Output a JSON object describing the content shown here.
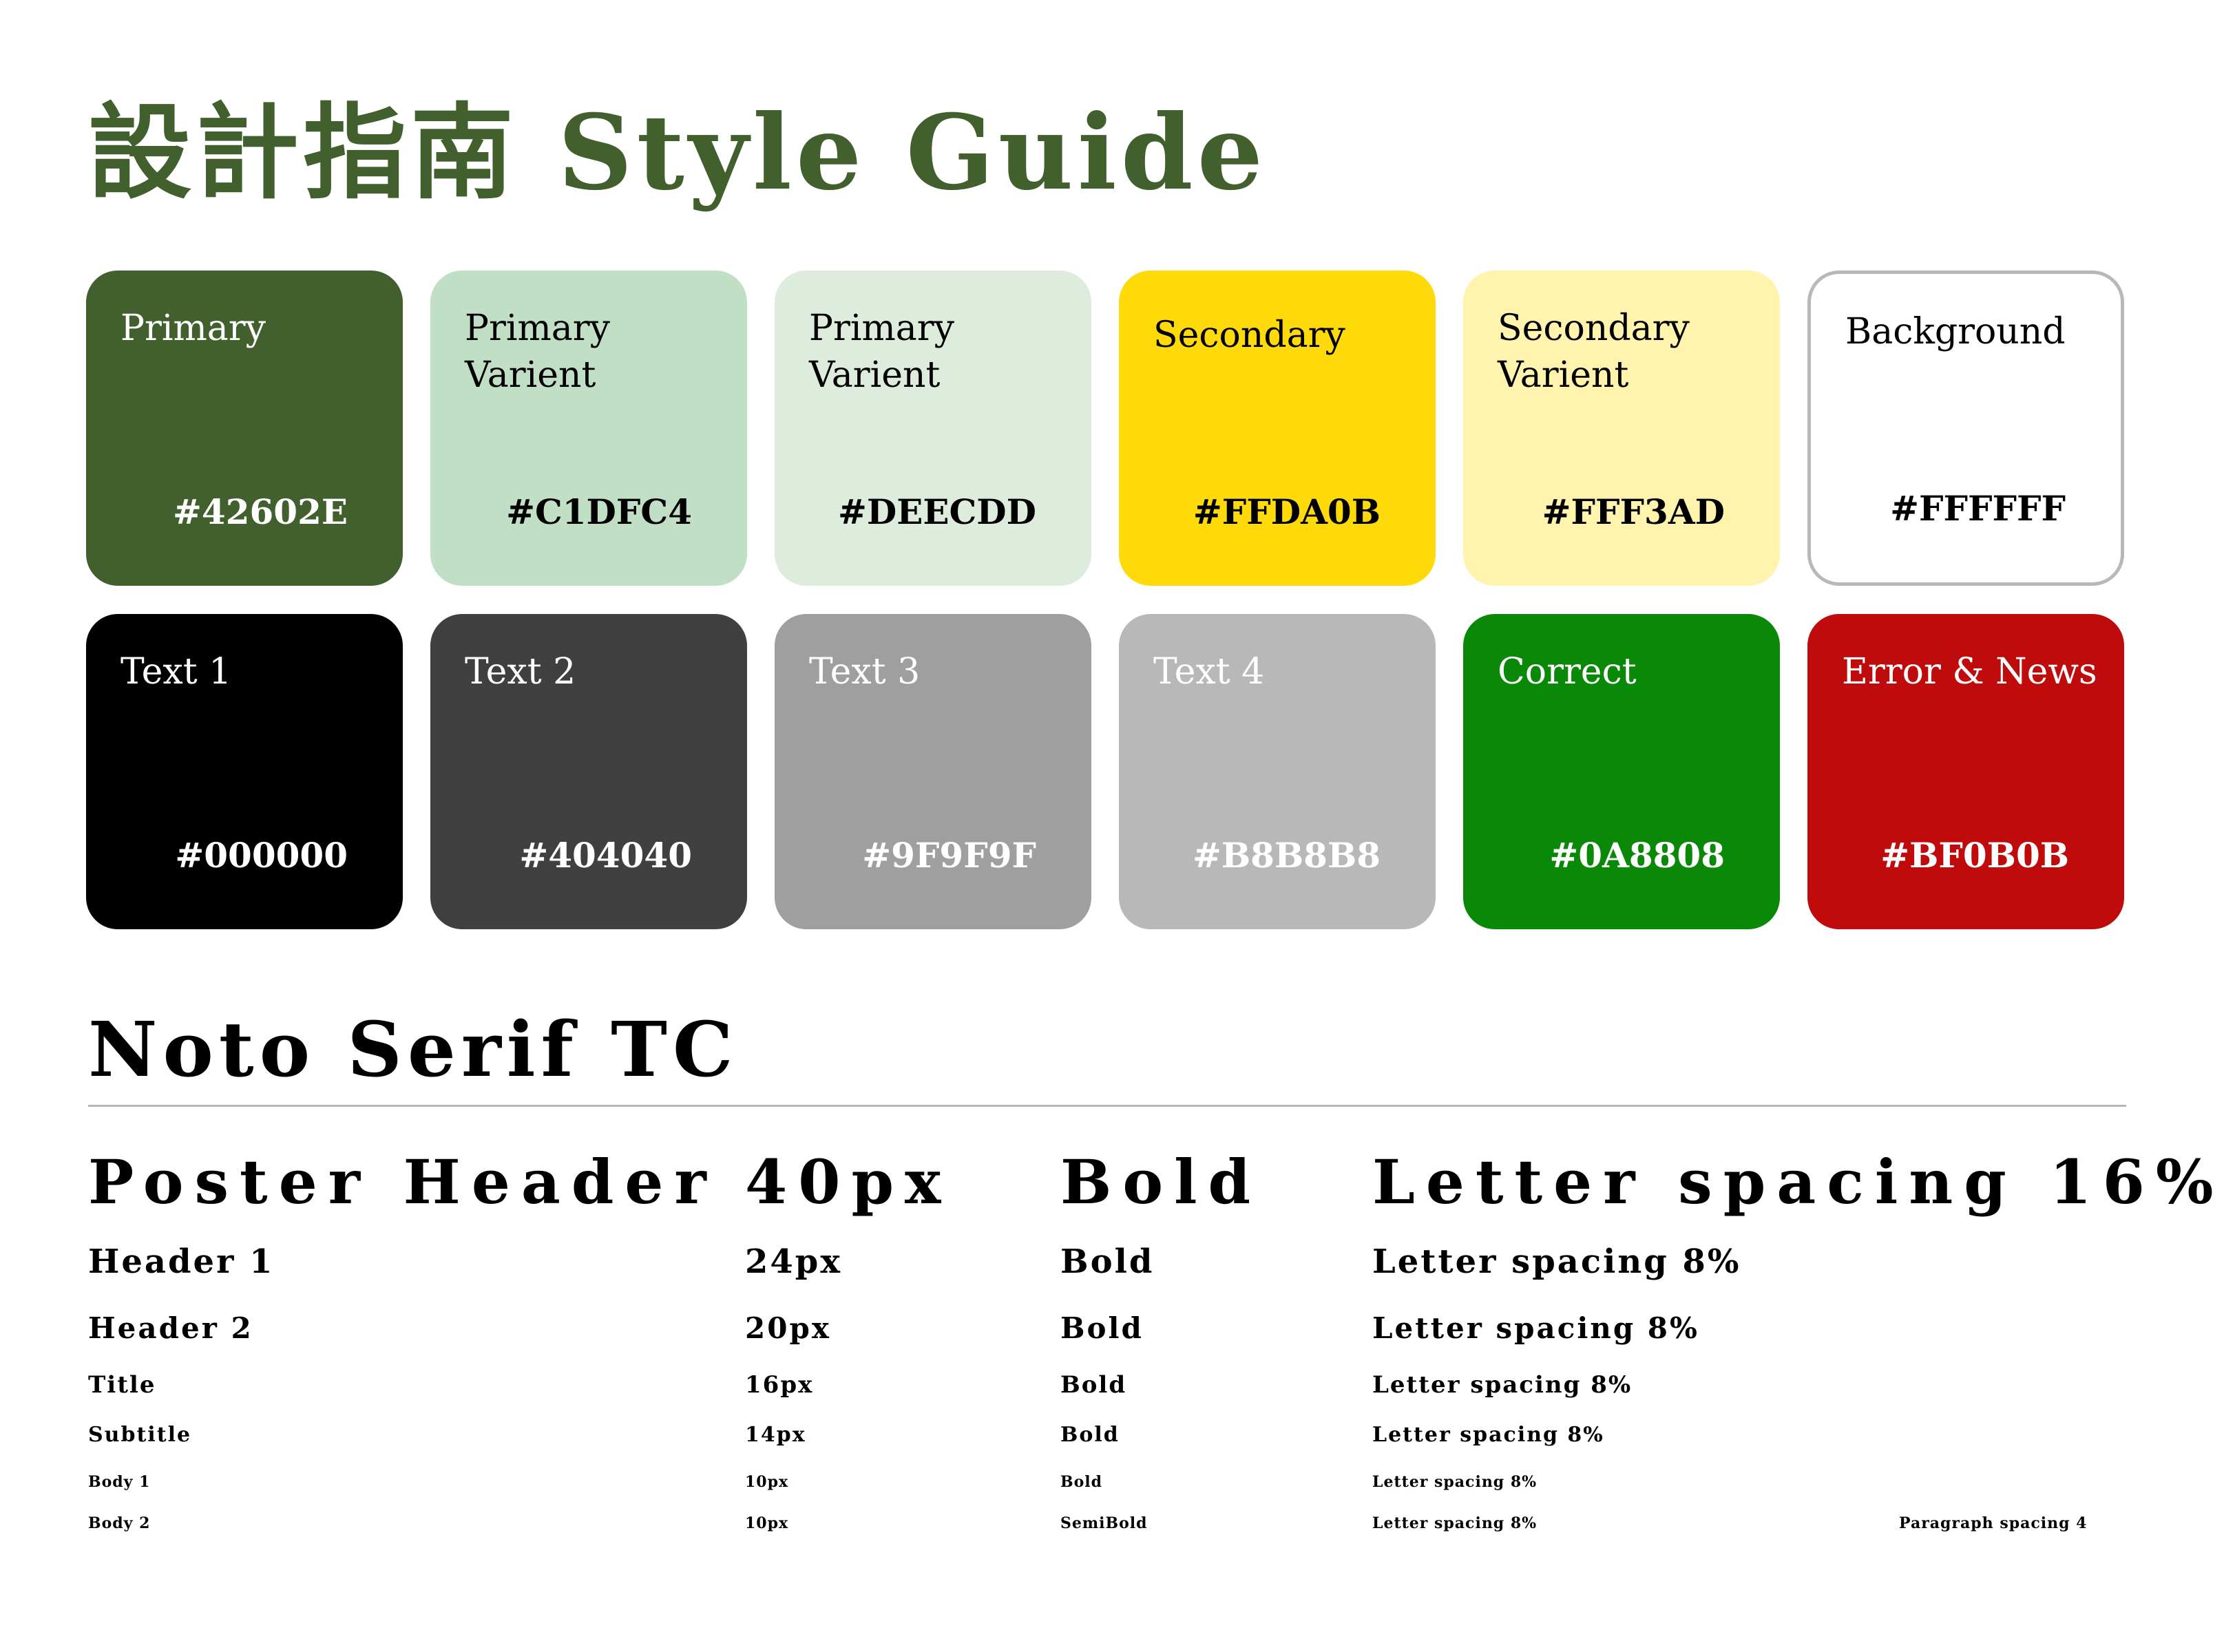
{
  "title": "設計指南 Style Guide",
  "swatches": [
    {
      "name": "Primary",
      "hex": "#42602E",
      "bg": "#42602E",
      "fg": "#FFFFFF",
      "border": "none"
    },
    {
      "name": "Primary\nVarient",
      "hex": "#C1DFC4",
      "bg": "#C1DFC4",
      "fg": "#000000",
      "border": "none"
    },
    {
      "name": "Primary\nVarient",
      "hex": "#DEECDD",
      "bg": "#DEECDD",
      "fg": "#000000",
      "border": "none"
    },
    {
      "name": "Secondary",
      "hex": "#FFDA0B",
      "bg": "#FFDA0B",
      "fg": "#000000",
      "border": "none"
    },
    {
      "name": "Secondary\nVarient",
      "hex": "#FFF3AD",
      "bg": "#FFF3AD",
      "fg": "#000000",
      "border": "none"
    },
    {
      "name": "Background",
      "hex": "#FFFFFF",
      "bg": "#FFFFFF",
      "fg": "#000000",
      "border": "#B8B8B8"
    },
    {
      "name": "Text 1",
      "hex": "#000000",
      "bg": "#000000",
      "fg": "#FFFFFF",
      "border": "none"
    },
    {
      "name": "Text 2",
      "hex": "#404040",
      "bg": "#404040",
      "fg": "#FFFFFF",
      "border": "none"
    },
    {
      "name": "Text 3",
      "hex": "#9F9F9F",
      "bg": "#9F9F9F",
      "fg": "#FFFFFF",
      "border": "none"
    },
    {
      "name": "Text 4",
      "hex": "#B8B8B8",
      "bg": "#B8B8B8",
      "fg": "#FFFFFF",
      "border": "none"
    },
    {
      "name": "Correct",
      "hex": "#0A8808",
      "bg": "#0A8808",
      "fg": "#FFFFFF",
      "border": "none"
    },
    {
      "name": "Error & News",
      "hex": "#BF0B0B",
      "bg": "#BF0B0B",
      "fg": "#FFFFFF",
      "border": "none"
    }
  ],
  "typography": {
    "font_name": "Noto Serif TC",
    "rows": [
      {
        "label": "Poster Header",
        "size": "40px",
        "weight": "Bold",
        "spacing": "Letter spacing 16%",
        "extra": ""
      },
      {
        "label": "Header 1",
        "size": "24px",
        "weight": "Bold",
        "spacing": "Letter spacing 8%",
        "extra": ""
      },
      {
        "label": "Header 2",
        "size": "20px",
        "weight": "Bold",
        "spacing": "Letter spacing 8%",
        "extra": ""
      },
      {
        "label": "Title",
        "size": "16px",
        "weight": "Bold",
        "spacing": "Letter spacing 8%",
        "extra": ""
      },
      {
        "label": "Subtitle",
        "size": "14px",
        "weight": "Bold",
        "spacing": "Letter spacing 8%",
        "extra": ""
      },
      {
        "label": "Body 1",
        "size": "10px",
        "weight": "Bold",
        "spacing": "Letter spacing 8%",
        "extra": ""
      },
      {
        "label": "Body 2",
        "size": "10px",
        "weight": "SemiBold",
        "spacing": "Letter spacing 8%",
        "extra": "Paragraph spacing 4"
      }
    ]
  }
}
